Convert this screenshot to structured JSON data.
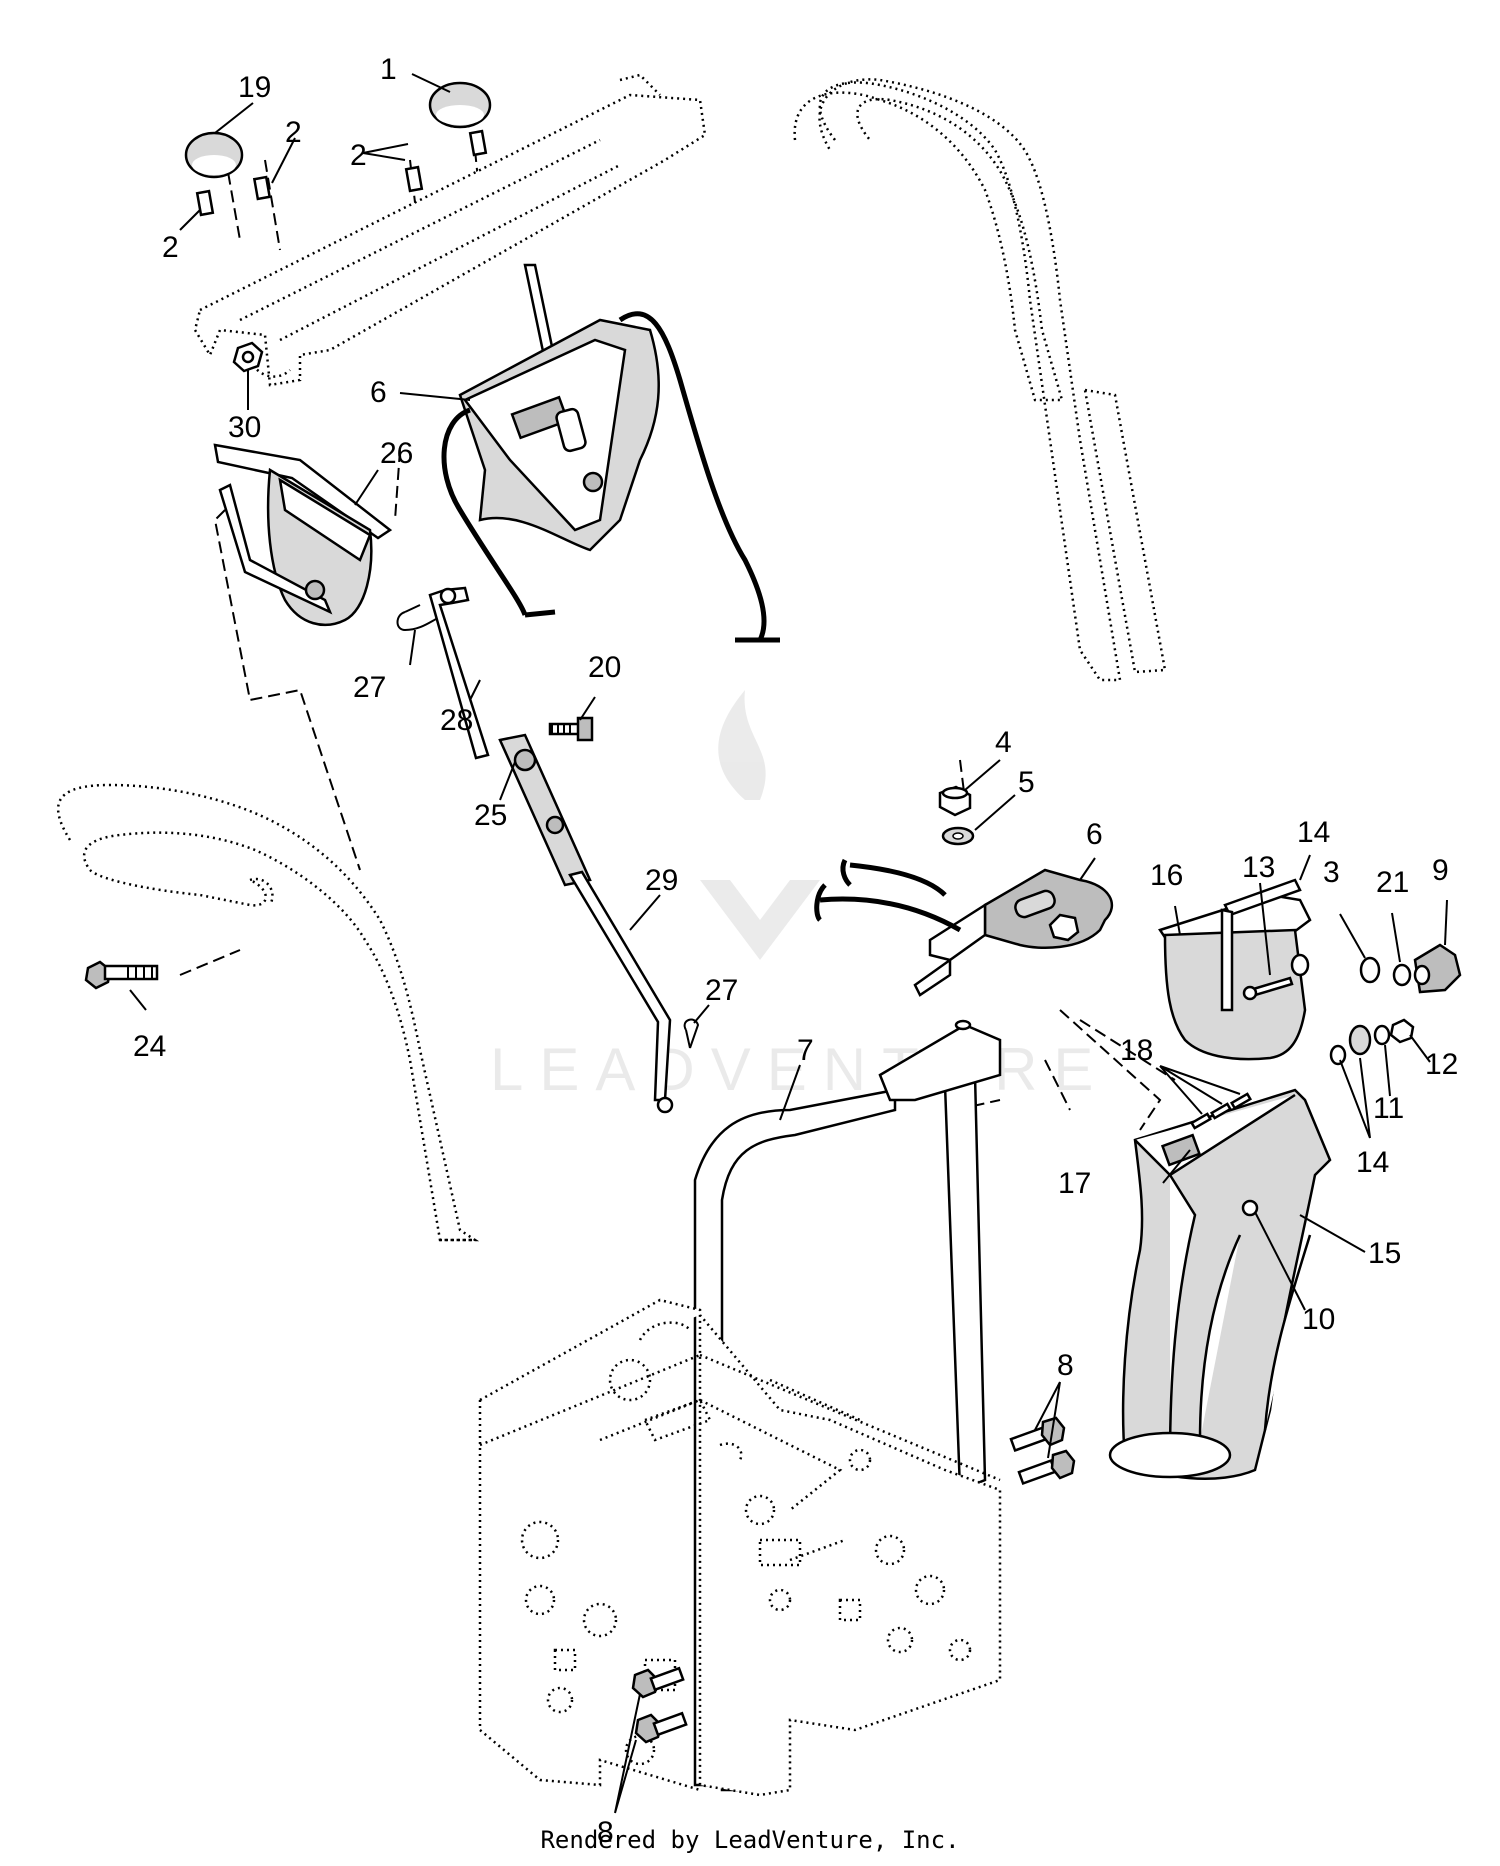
{
  "callouts": {
    "c1": "1",
    "c19": "19",
    "c2a": "2",
    "c2b": "2",
    "c2c": "2",
    "c6a": "6",
    "c30": "30",
    "c26": "26",
    "c27a": "27",
    "c28": "28",
    "c20": "20",
    "c25": "25",
    "c24": "24",
    "c29": "29",
    "c27b": "27",
    "c4": "4",
    "c5": "5",
    "c6b": "6",
    "c14a": "14",
    "c13": "13",
    "c3": "3",
    "c21": "21",
    "c9": "9",
    "c16": "16",
    "c7": "7",
    "c18": "18",
    "c12": "12",
    "c11": "11",
    "c17": "17",
    "c14b": "14",
    "c15": "15",
    "c10": "10",
    "c8a": "8",
    "c8b": "8"
  },
  "watermark": "LEADVENTURE",
  "footer": "Rendered by LeadVenture, Inc."
}
